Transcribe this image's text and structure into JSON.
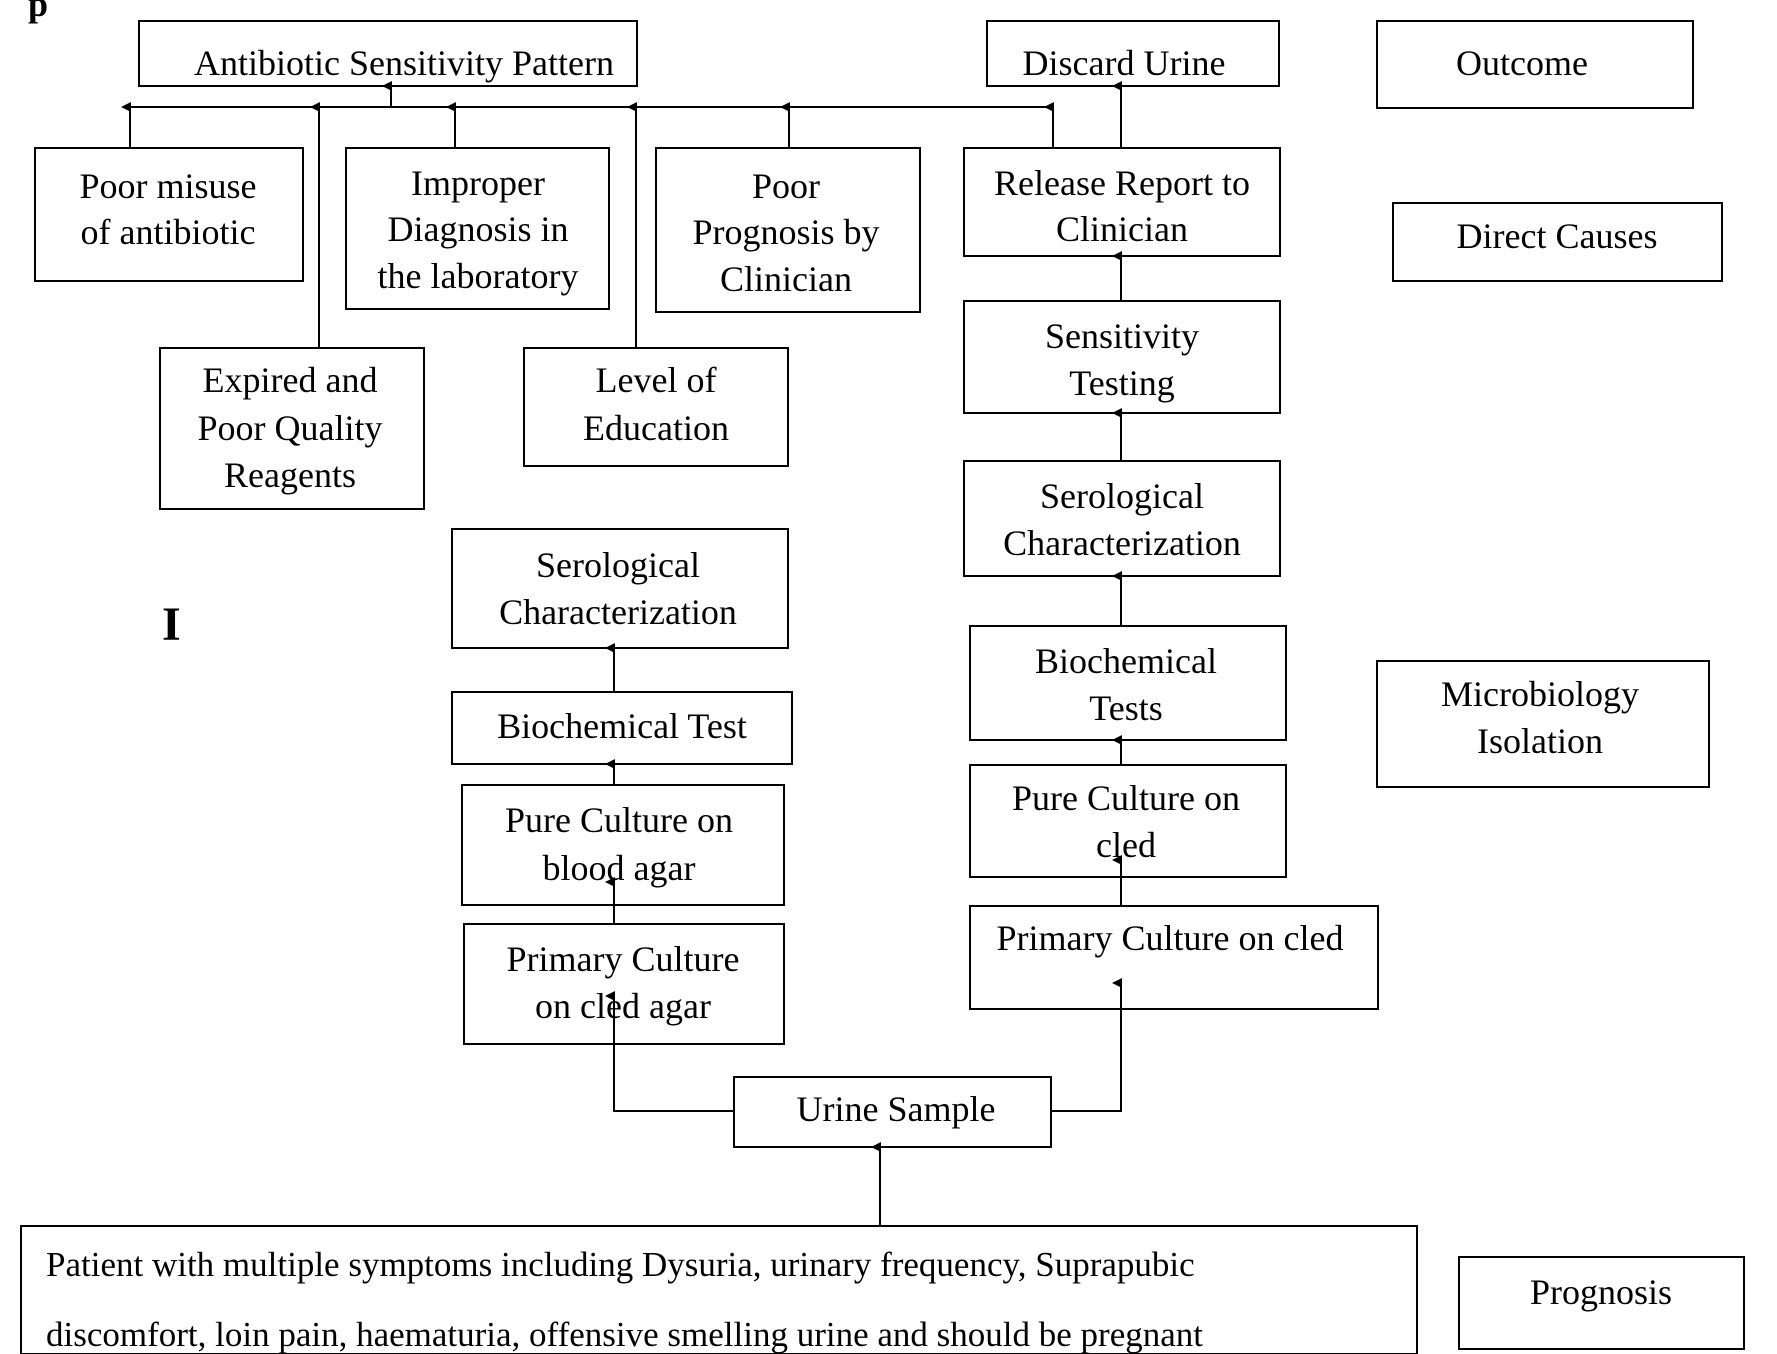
{
  "heading": "p",
  "cursor_mark": "I",
  "nodes": {
    "antibiotic_sensitivity": "Antibiotic Sensitivity Pattern",
    "discard_urine": "Discard Urine",
    "outcome": "Outcome",
    "poor_misuse": [
      "Poor misuse",
      "of antibiotic"
    ],
    "improper_diagnosis": [
      "Improper",
      "Diagnosis in",
      "the laboratory"
    ],
    "poor_prognosis": [
      "Poor",
      "Prognosis by",
      "Clinician"
    ],
    "release_report": [
      "Release Report to",
      "Clinician"
    ],
    "direct_causes": "Direct Causes",
    "expired_reagents": [
      "Expired and",
      "Poor Quality",
      "Reagents"
    ],
    "level_of_education": [
      "Level of",
      "Education"
    ],
    "sensitivity_testing": [
      "Sensitivity",
      "Testing"
    ],
    "serological_right": [
      "Serological",
      "Characterization"
    ],
    "serological_left": [
      "Serological",
      "Characterization"
    ],
    "biochemical_test_left": "Biochemical Test",
    "biochemical_tests_right": [
      "Biochemical",
      "Tests"
    ],
    "microbiology_isolation": [
      "Microbiology",
      "Isolation"
    ],
    "pure_culture_blood": [
      "Pure Culture on",
      "blood agar"
    ],
    "pure_culture_cled": [
      "Pure Culture on",
      "cled"
    ],
    "primary_culture_cled_agar": [
      "Primary Culture",
      "on cled agar"
    ],
    "primary_culture_cled": "Primary Culture on cled",
    "urine_sample": "Urine Sample",
    "patient": [
      "Patient with multiple symptoms including Dysuria, urinary frequency, Suprapubic",
      "discomfort, loin pain, haematuria, offensive smelling urine and should be pregnant"
    ],
    "prognosis": "Prognosis"
  }
}
